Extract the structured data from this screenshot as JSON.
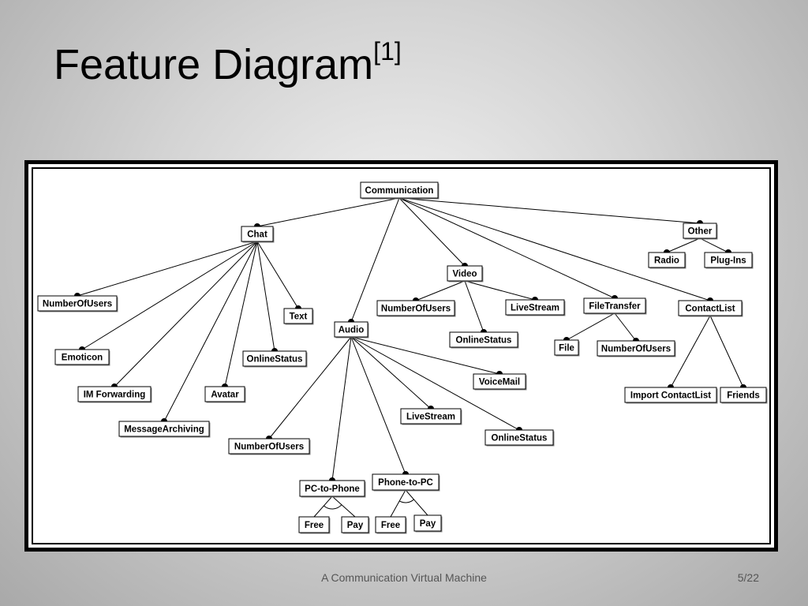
{
  "slide": {
    "title": "Feature Diagram",
    "title_ref": "[1]",
    "footer": "A Communication Virtual Machine",
    "page": "5/22"
  },
  "diagram": {
    "nodes": [
      {
        "id": "communication",
        "label": "Communication"
      },
      {
        "id": "chat",
        "label": "Chat"
      },
      {
        "id": "chat-numberofusers",
        "label": "NumberOfUsers"
      },
      {
        "id": "emoticon",
        "label": "Emoticon"
      },
      {
        "id": "im-forwarding",
        "label": "IM Forwarding"
      },
      {
        "id": "messagearchiving",
        "label": "MessageArchiving"
      },
      {
        "id": "avatar",
        "label": "Avatar"
      },
      {
        "id": "chat-onlinestatus",
        "label": "OnlineStatus"
      },
      {
        "id": "text",
        "label": "Text"
      },
      {
        "id": "audio",
        "label": "Audio"
      },
      {
        "id": "audio-numberofusers",
        "label": "NumberOfUsers"
      },
      {
        "id": "pc-to-phone",
        "label": "PC-to-Phone"
      },
      {
        "id": "pc-to-phone-free",
        "label": "Free"
      },
      {
        "id": "pc-to-phone-pay",
        "label": "Pay"
      },
      {
        "id": "phone-to-pc",
        "label": "Phone-to-PC"
      },
      {
        "id": "phone-to-pc-free",
        "label": "Free"
      },
      {
        "id": "phone-to-pc-pay",
        "label": "Pay"
      },
      {
        "id": "audio-livestream",
        "label": "LiveStream"
      },
      {
        "id": "audio-onlinestatus",
        "label": "OnlineStatus"
      },
      {
        "id": "voicemail",
        "label": "VoiceMail"
      },
      {
        "id": "video",
        "label": "Video"
      },
      {
        "id": "video-numberofusers",
        "label": "NumberOfUsers"
      },
      {
        "id": "video-onlinestatus",
        "label": "OnlineStatus"
      },
      {
        "id": "video-livestream",
        "label": "LiveStream"
      },
      {
        "id": "filetransfer",
        "label": "FileTransfer"
      },
      {
        "id": "file",
        "label": "File"
      },
      {
        "id": "filetransfer-numberofusers",
        "label": "NumberOfUsers"
      },
      {
        "id": "contactlist",
        "label": "ContactList"
      },
      {
        "id": "import-contactlist",
        "label": "Import ContactList"
      },
      {
        "id": "friends",
        "label": "Friends"
      },
      {
        "id": "other",
        "label": "Other"
      },
      {
        "id": "radio",
        "label": "Radio"
      },
      {
        "id": "plug-ins",
        "label": "Plug-Ins"
      }
    ],
    "edges": [
      {
        "from": "communication",
        "to": "chat",
        "kind": "mandatory"
      },
      {
        "from": "communication",
        "to": "audio",
        "kind": "mandatory"
      },
      {
        "from": "communication",
        "to": "video",
        "kind": "mandatory"
      },
      {
        "from": "communication",
        "to": "filetransfer",
        "kind": "mandatory"
      },
      {
        "from": "communication",
        "to": "contactlist",
        "kind": "mandatory"
      },
      {
        "from": "communication",
        "to": "other",
        "kind": "mandatory"
      },
      {
        "from": "chat",
        "to": "chat-numberofusers",
        "kind": "mandatory"
      },
      {
        "from": "chat",
        "to": "emoticon",
        "kind": "mandatory"
      },
      {
        "from": "chat",
        "to": "im-forwarding",
        "kind": "mandatory"
      },
      {
        "from": "chat",
        "to": "messagearchiving",
        "kind": "mandatory"
      },
      {
        "from": "chat",
        "to": "avatar",
        "kind": "mandatory"
      },
      {
        "from": "chat",
        "to": "chat-onlinestatus",
        "kind": "mandatory"
      },
      {
        "from": "chat",
        "to": "text",
        "kind": "mandatory"
      },
      {
        "from": "audio",
        "to": "audio-numberofusers",
        "kind": "mandatory"
      },
      {
        "from": "audio",
        "to": "pc-to-phone",
        "kind": "mandatory"
      },
      {
        "from": "audio",
        "to": "phone-to-pc",
        "kind": "mandatory"
      },
      {
        "from": "audio",
        "to": "audio-livestream",
        "kind": "mandatory"
      },
      {
        "from": "audio",
        "to": "audio-onlinestatus",
        "kind": "mandatory"
      },
      {
        "from": "audio",
        "to": "voicemail",
        "kind": "mandatory"
      },
      {
        "from": "pc-to-phone",
        "to": "pc-to-phone-free",
        "kind": "alternative"
      },
      {
        "from": "pc-to-phone",
        "to": "pc-to-phone-pay",
        "kind": "alternative"
      },
      {
        "from": "phone-to-pc",
        "to": "phone-to-pc-free",
        "kind": "alternative"
      },
      {
        "from": "phone-to-pc",
        "to": "phone-to-pc-pay",
        "kind": "alternative"
      },
      {
        "from": "video",
        "to": "video-numberofusers",
        "kind": "mandatory"
      },
      {
        "from": "video",
        "to": "video-onlinestatus",
        "kind": "mandatory"
      },
      {
        "from": "video",
        "to": "video-livestream",
        "kind": "mandatory"
      },
      {
        "from": "filetransfer",
        "to": "file",
        "kind": "mandatory"
      },
      {
        "from": "filetransfer",
        "to": "filetransfer-numberofusers",
        "kind": "mandatory"
      },
      {
        "from": "contactlist",
        "to": "import-contactlist",
        "kind": "mandatory"
      },
      {
        "from": "contactlist",
        "to": "friends",
        "kind": "mandatory"
      },
      {
        "from": "other",
        "to": "radio",
        "kind": "mandatory"
      },
      {
        "from": "other",
        "to": "plug-ins",
        "kind": "mandatory"
      }
    ],
    "alternative_groups": [
      {
        "parent": "pc-to-phone",
        "children": [
          "pc-to-phone-free",
          "pc-to-phone-pay"
        ]
      },
      {
        "parent": "phone-to-pc",
        "children": [
          "phone-to-pc-free",
          "phone-to-pc-pay"
        ]
      }
    ]
  }
}
